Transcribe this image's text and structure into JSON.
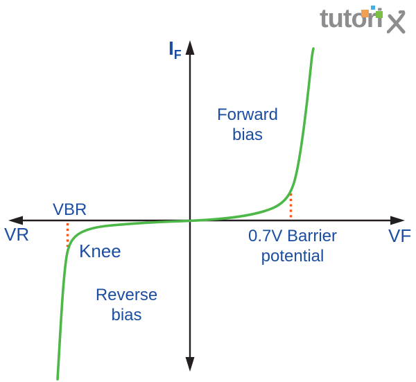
{
  "logo": {
    "text": "tutori",
    "x_char": "x",
    "squares": [
      "orange-square",
      "blue-square",
      "green-square"
    ]
  },
  "diagram": {
    "title_context": "V-I characteristics of a PN junction diode",
    "y_axis_label": {
      "main": "I",
      "sub": "F"
    },
    "x_axis_left_label": "VR",
    "x_axis_right_label": "VF",
    "breakdown_label": "VBR",
    "knee_label": "Knee",
    "forward_bias": {
      "line1": "Forward",
      "line2": "bias"
    },
    "reverse_bias": {
      "line1": "Reverse",
      "line2": "bias"
    },
    "barrier_potential": {
      "line1": "0.7V Barrier",
      "line2": "potential"
    },
    "curve": {
      "type": "diode-vi-characteristic",
      "forward_turn_on_voltage": "0.7V",
      "regions": [
        "reverse breakdown below VBR",
        "reverse bias near zero current",
        "forward bias exponential rise after 0.7V"
      ]
    }
  },
  "colors": {
    "label_blue": "#1b4ea2",
    "curve_green": "#4db748",
    "dotted_orange": "#fb4f14",
    "axis_black": "#231f20",
    "logo_gray": "#8d8d8f",
    "logo_square_orange": "#f0a052",
    "logo_square_blue": "#45aee0",
    "logo_square_green": "#7ac143"
  }
}
